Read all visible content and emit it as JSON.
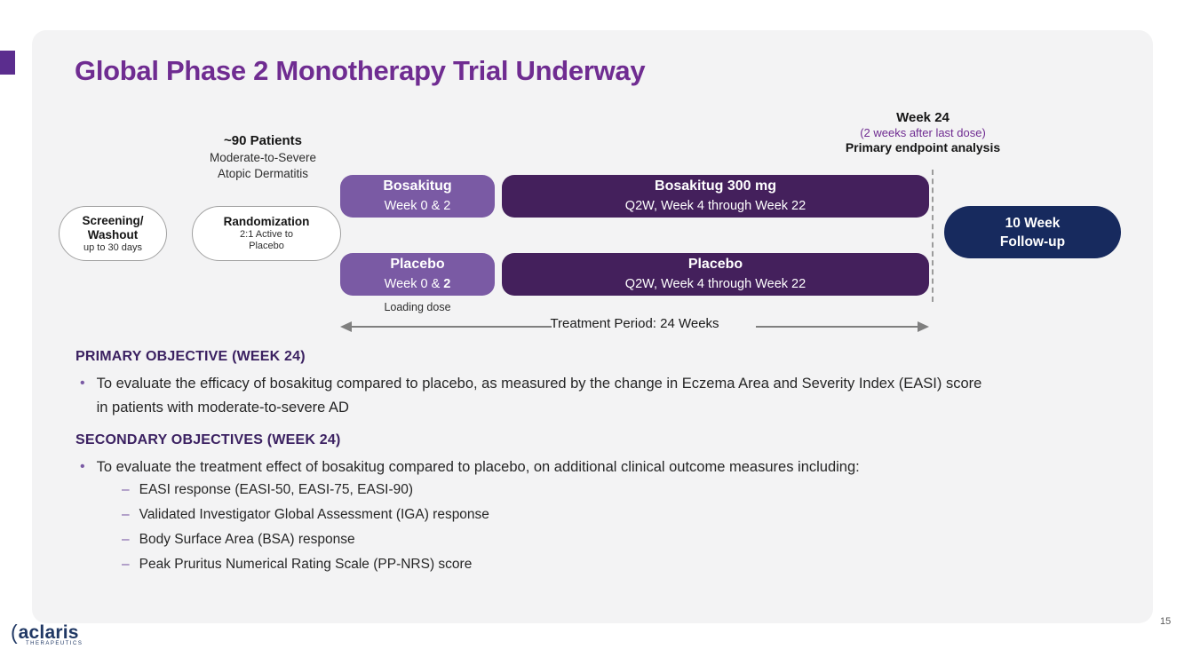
{
  "slide": {
    "title": "Global Phase 2 Monotherapy Trial Underway",
    "page_number": "15"
  },
  "diagram": {
    "patients": {
      "count": "~90 Patients",
      "desc_line1": "Moderate-to-Severe",
      "desc_line2": "Atopic Dermatitis"
    },
    "screening_pill": {
      "line1": "Screening/",
      "line2": "Washout",
      "line3": "up to 30 days"
    },
    "randomization_pill": {
      "line1": "Randomization",
      "line2": "2:1 Active to",
      "line3": "Placebo"
    },
    "bosakitug_loading_box": {
      "title": "Bosakitug",
      "subtitle": "Week 0 & 2"
    },
    "bosakitug_main_box": {
      "title": "Bosakitug 300 mg",
      "subtitle": "Q2W, Week 4 through Week 22"
    },
    "placebo_loading_box": {
      "title": "Placebo",
      "subtitle_prefix": "Week 0 & ",
      "subtitle_bold": "2"
    },
    "placebo_main_box": {
      "title": "Placebo",
      "subtitle": "Q2W, Week 4 through Week 22"
    },
    "week24_annotation": {
      "title": "Week 24",
      "note": "(2 weeks after last dose)",
      "analysis": "Primary endpoint analysis"
    },
    "followup_pill": {
      "line1": "10 Week",
      "line2": "Follow-up"
    },
    "loading_dose_label": "Loading dose",
    "treatment_period_label": "Treatment Period: 24 Weeks"
  },
  "objectives": {
    "primary_heading": "PRIMARY OBJECTIVE (WEEK 24)",
    "primary_bullet": "To evaluate the efficacy of bosakitug compared to placebo, as measured by the change in Eczema Area and Severity Index (EASI) score in patients with moderate-to-severe AD",
    "secondary_heading": "SECONDARY OBJECTIVES (WEEK 24)",
    "secondary_bullet": "To evaluate the treatment effect of bosakitug compared to placebo, on additional clinical outcome measures including:",
    "sub_bullets": [
      "EASI response (EASI-50, EASI-75, EASI-90)",
      "Validated Investigator Global Assessment (IGA) response",
      "Body Surface Area (BSA) response",
      "Peak Pruritus Numerical Rating Scale (PP-NRS) score"
    ]
  },
  "footer": {
    "logo_text": "aclaris",
    "logo_subtext": "THERAPEUTICS"
  },
  "colors": {
    "title_purple": "#6f2c91",
    "medium_purple": "#7a5aa4",
    "dark_purple": "#44205c",
    "followup_navy": "#172a5e",
    "heading_purple": "#3b2161",
    "panel_gray": "#f3f3f4"
  }
}
